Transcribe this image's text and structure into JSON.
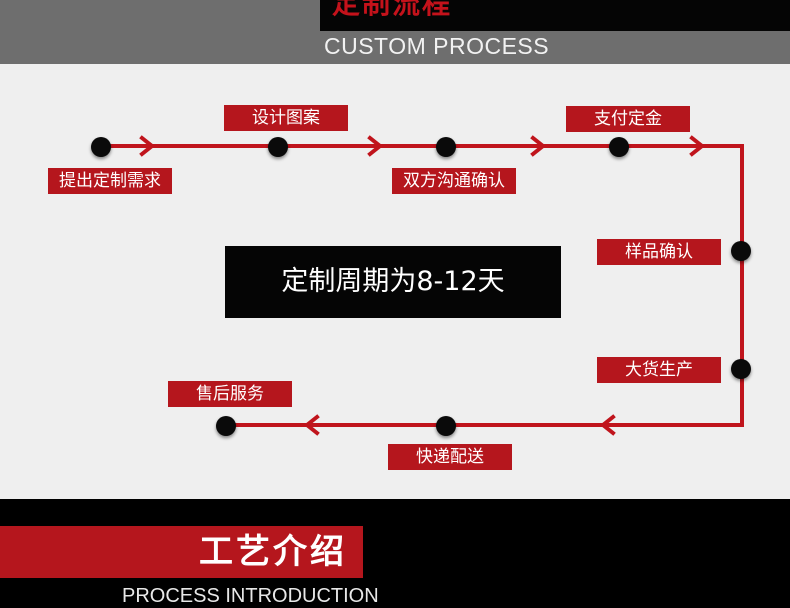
{
  "header": {
    "cn_title": "定制流程",
    "en_title": "CUSTOM PROCESS"
  },
  "flow": {
    "steps": [
      {
        "label": "提出定制需求"
      },
      {
        "label": "设计图案"
      },
      {
        "label": "双方沟通确认"
      },
      {
        "label": "支付定金"
      },
      {
        "label": "样品确认"
      },
      {
        "label": "大货生产"
      },
      {
        "label": "快递配送"
      },
      {
        "label": "售后服务"
      }
    ],
    "cycle_text": "定制周期为8-12天"
  },
  "section2": {
    "cn_title": "工艺介绍",
    "en_title": "PROCESS INTRODUCTION"
  },
  "colors": {
    "accent_red": "#b5161d",
    "line_red": "#c0141c",
    "dark": "#050505",
    "panel_bg": "#efefef",
    "header_gray": "#6e6e6e"
  }
}
